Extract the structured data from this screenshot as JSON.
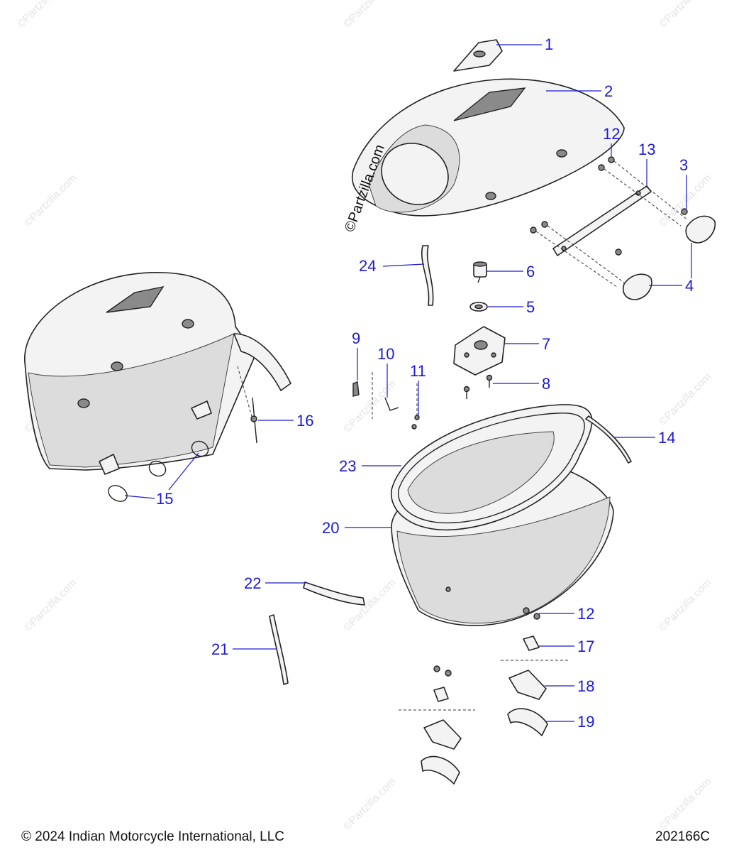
{
  "watermark": {
    "main": "©Partzilla.com",
    "repeat": "©Partzilla.com"
  },
  "footer": {
    "copyright": "© 2024 Indian Motorcycle International, LLC",
    "figure_id": "202166C"
  },
  "callouts": {
    "c1": "1",
    "c2": "2",
    "c3": "3",
    "c4": "4",
    "c5": "5",
    "c6": "6",
    "c7": "7",
    "c8": "8",
    "c9": "9",
    "c10": "10",
    "c11": "11",
    "c12a": "12",
    "c12b": "12",
    "c13": "13",
    "c14": "14",
    "c15": "15",
    "c16": "16",
    "c17": "17",
    "c18": "18",
    "c19": "19",
    "c20": "20",
    "c21": "21",
    "c22": "22",
    "c23": "23",
    "c24": "24"
  }
}
